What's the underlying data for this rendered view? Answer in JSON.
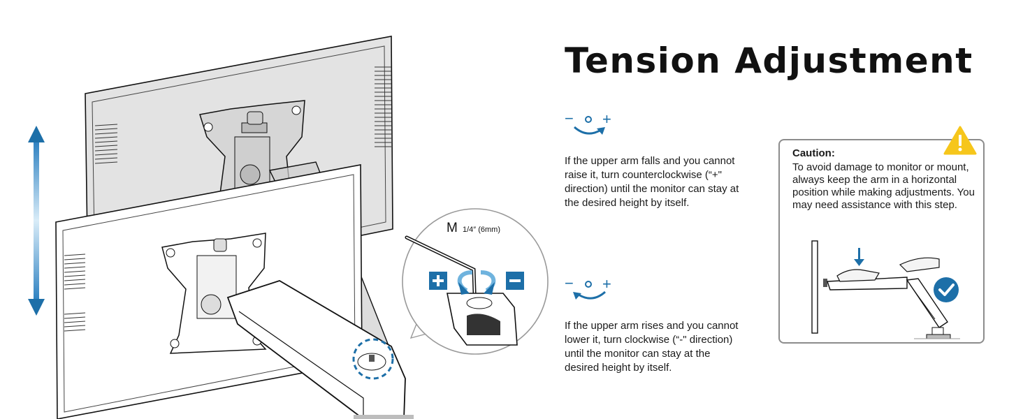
{
  "title": "Tension Adjustment",
  "icons": {
    "minus": "−",
    "plus": "+"
  },
  "instructions": [
    {
      "direction": "counterclockwise",
      "icon": "counterclockwise-arrow-icon",
      "text": "If the upper arm falls and you cannot raise it, turn counterclockwise (“+\" direction) until the monitor can stay at the desired height by itself."
    },
    {
      "direction": "clockwise",
      "icon": "clockwise-arrow-icon",
      "text": "If the upper arm rises and you cannot lower it, turn clockwise (“-\" direction) until the monitor can stay at the desired height by itself."
    }
  ],
  "tool": {
    "letter": "M",
    "size": "1/4″ (6mm)"
  },
  "caution": {
    "title": "Caution:",
    "text": "To avoid damage to monitor or mount, always keep the arm in a horizontal position while making adjustments. You may need assistance with this step."
  },
  "colors": {
    "accent_blue": "#1d6fa8",
    "light_blue": "#6fb3de",
    "warning_yellow": "#f6c61b",
    "line": "#111111",
    "ghost_fill": "#e3e3e3",
    "box_border": "#8c8c8c"
  }
}
